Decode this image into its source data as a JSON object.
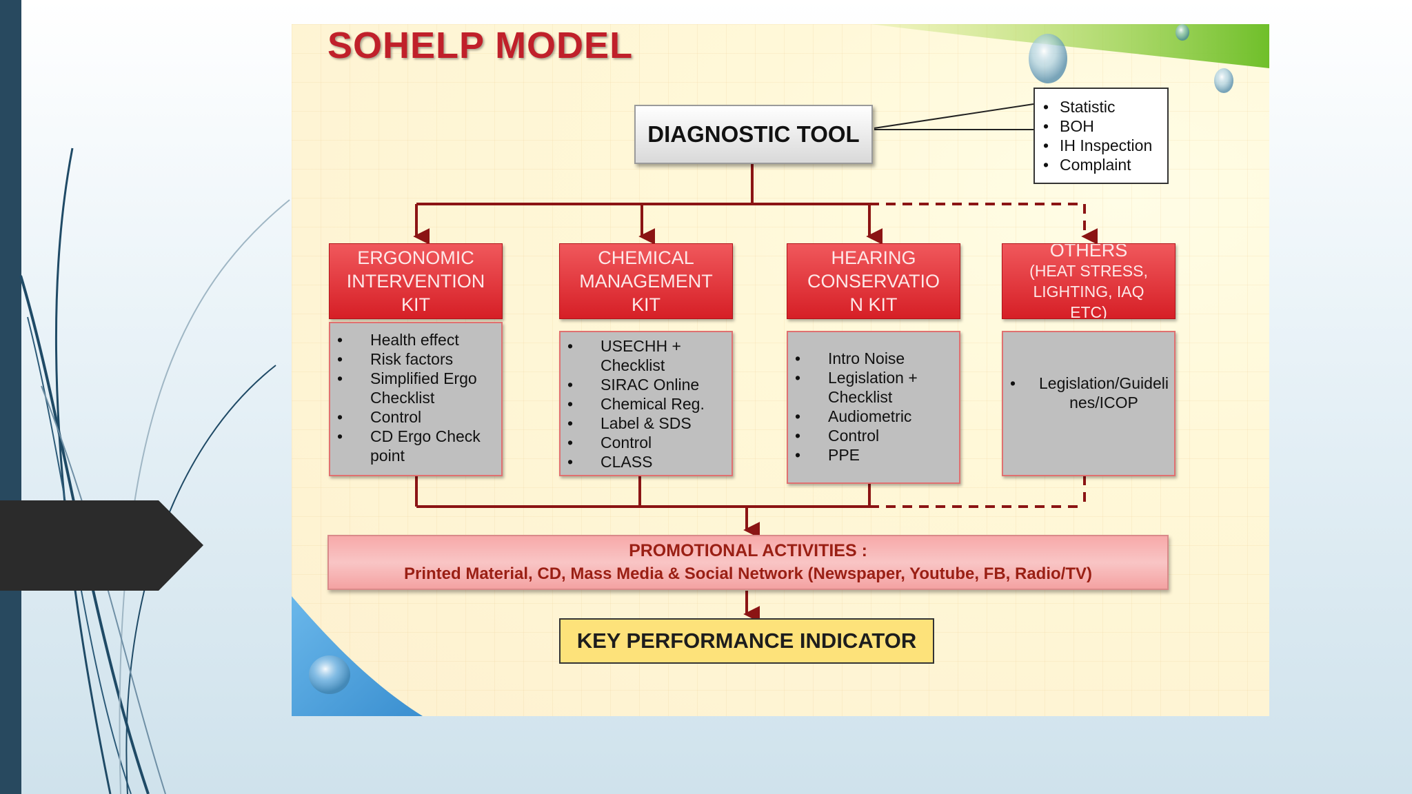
{
  "title": "SOHELP MODEL",
  "diagnostic_tool": "DIAGNOSTIC TOOL",
  "diagnostic_sources": [
    "Statistic",
    "BOH",
    "IH Inspection",
    "Complaint"
  ],
  "kits": [
    {
      "title_lines": [
        "ERGONOMIC",
        "INTERVENTION",
        "KIT"
      ],
      "items": [
        "Health effect",
        "Risk factors",
        "Simplified Ergo Checklist",
        "Control",
        "CD Ergo Check point"
      ]
    },
    {
      "title_lines": [
        "CHEMICAL",
        "MANAGEMENT",
        "KIT"
      ],
      "items": [
        "USECHH + Checklist",
        "SIRAC Online",
        "Chemical Reg.",
        "Label & SDS",
        "Control",
        "CLASS"
      ]
    },
    {
      "title_lines": [
        "HEARING",
        "CONSERVATIO",
        "N KIT"
      ],
      "items": [
        "Intro Noise",
        "Legislation + Checklist",
        "Audiometric",
        "Control",
        "PPE"
      ]
    },
    {
      "title_lines": [
        "OTHERS",
        "(HEAT STRESS,",
        "LIGHTING, IAQ",
        "ETC)"
      ],
      "items": [
        "Legislation/Guidelines/ICOP"
      ]
    }
  ],
  "promotional": {
    "line1": "PROMOTIONAL ACTIVITIES :",
    "line2": "Printed Material, CD, Mass Media & Social Network (Newspaper, Youtube, FB, Radio/TV)"
  },
  "kpi": "KEY PERFORMANCE INDICATOR",
  "colors": {
    "title_red": "#c0202a",
    "kit_header_red": "#d61f26",
    "connector_dark_red": "#8b1414",
    "kit_body_gray": "#bfbfbf",
    "promo_pink": "#f7a9a9",
    "kpi_yellow": "#fde27a",
    "left_bar_navy": "#28495f"
  }
}
